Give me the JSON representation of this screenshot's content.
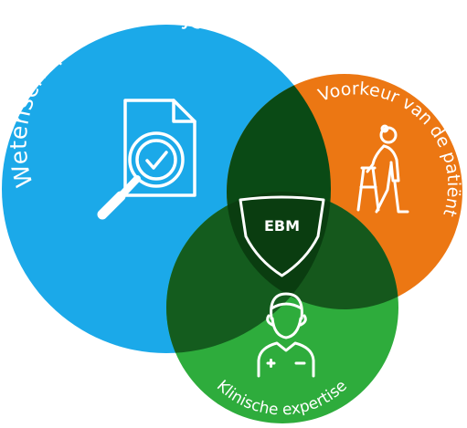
{
  "diagram": {
    "type": "venn",
    "center_label": "EBM",
    "circles": [
      {
        "id": "evidence",
        "label": "Wetenschappelijk bewijs",
        "color": "#1ba9e9",
        "icon": "document-magnifier-check-icon"
      },
      {
        "id": "patient",
        "label": "Voorkeur van de patiënt",
        "color": "#ec7713",
        "icon": "elderly-person-walker-icon"
      },
      {
        "id": "clinical",
        "label": "Klinische expertise",
        "color": "#2eac3c",
        "icon": "doctor-avatar-icon"
      }
    ],
    "overlap_colors": {
      "evidence_patient": "#0a4a15",
      "evidence_clinical": "#145c1e",
      "patient_clinical": "#15581c",
      "center": "#0a3d10"
    }
  }
}
